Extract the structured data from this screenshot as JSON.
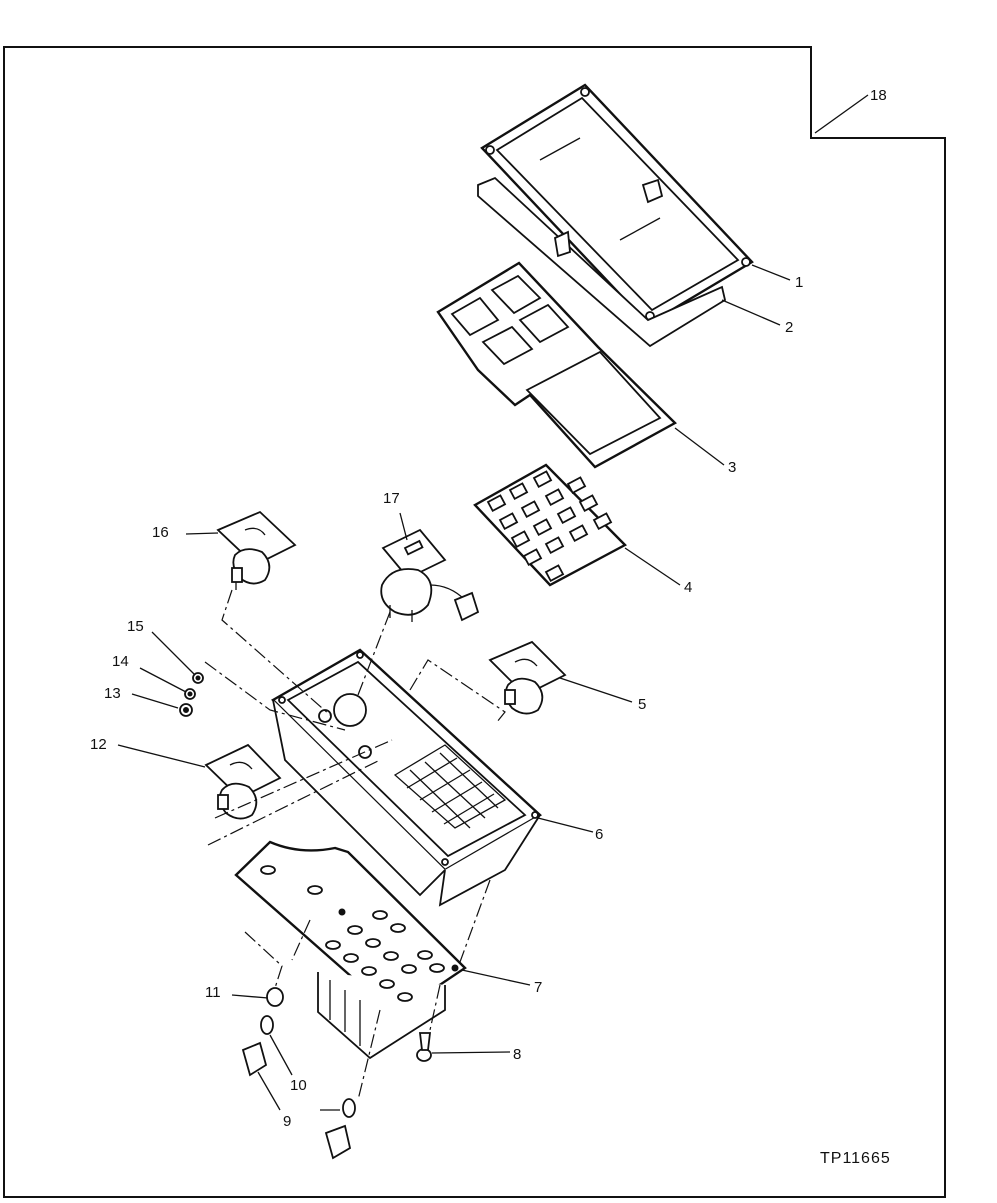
{
  "figure_code": "TP11665",
  "callouts": {
    "c1": "1",
    "c2": "2",
    "c3": "3",
    "c4": "4",
    "c5": "5",
    "c6": "6",
    "c7": "7",
    "c8": "8",
    "c9": "9",
    "c10": "10",
    "c11": "11",
    "c12": "12",
    "c13": "13",
    "c14": "14",
    "c15": "15",
    "c16": "16",
    "c17": "17",
    "c18": "18"
  }
}
